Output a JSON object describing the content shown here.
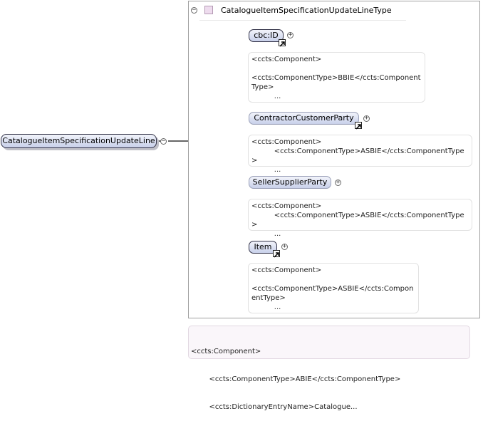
{
  "root": {
    "element_name": "CatalogueItemSpecificationUpdateLine",
    "annotation_lines": [
      "<ccts:Component>",
      "        <ccts:ComponentType>ABIE</ccts:ComponentType>",
      "        <ccts:DictionaryEntryName>Catalogue..."
    ]
  },
  "type_box": {
    "title": "CatalogueItemSpecificationUpdateLineType"
  },
  "children": [
    {
      "name": "cbc:ID",
      "annotation": "<ccts:Component>\n\n<ccts:ComponentType>BBIE</ccts:ComponentType>\n          ..."
    },
    {
      "name": "ContractorCustomerParty",
      "annotation": "<ccts:Component>\n          <ccts:ComponentType>ASBIE</ccts:ComponentType>\n          ..."
    },
    {
      "name": "SellerSupplierParty",
      "annotation": "<ccts:Component>\n          <ccts:ComponentType>ASBIE</ccts:ComponentType>\n          ..."
    },
    {
      "name": "Item",
      "annotation": "<ccts:Component>\n\n<ccts:ComponentType>ASBIE</ccts:ComponentType>\n          ..."
    }
  ],
  "symbols": {
    "collapse": "−",
    "expand": "+"
  },
  "colors": {
    "pill_fill_top": "#f2f4fb",
    "pill_fill_bottom": "#c8d0ea",
    "sequence_fill": "#fbf6c8",
    "type_square": "#eedcee"
  }
}
